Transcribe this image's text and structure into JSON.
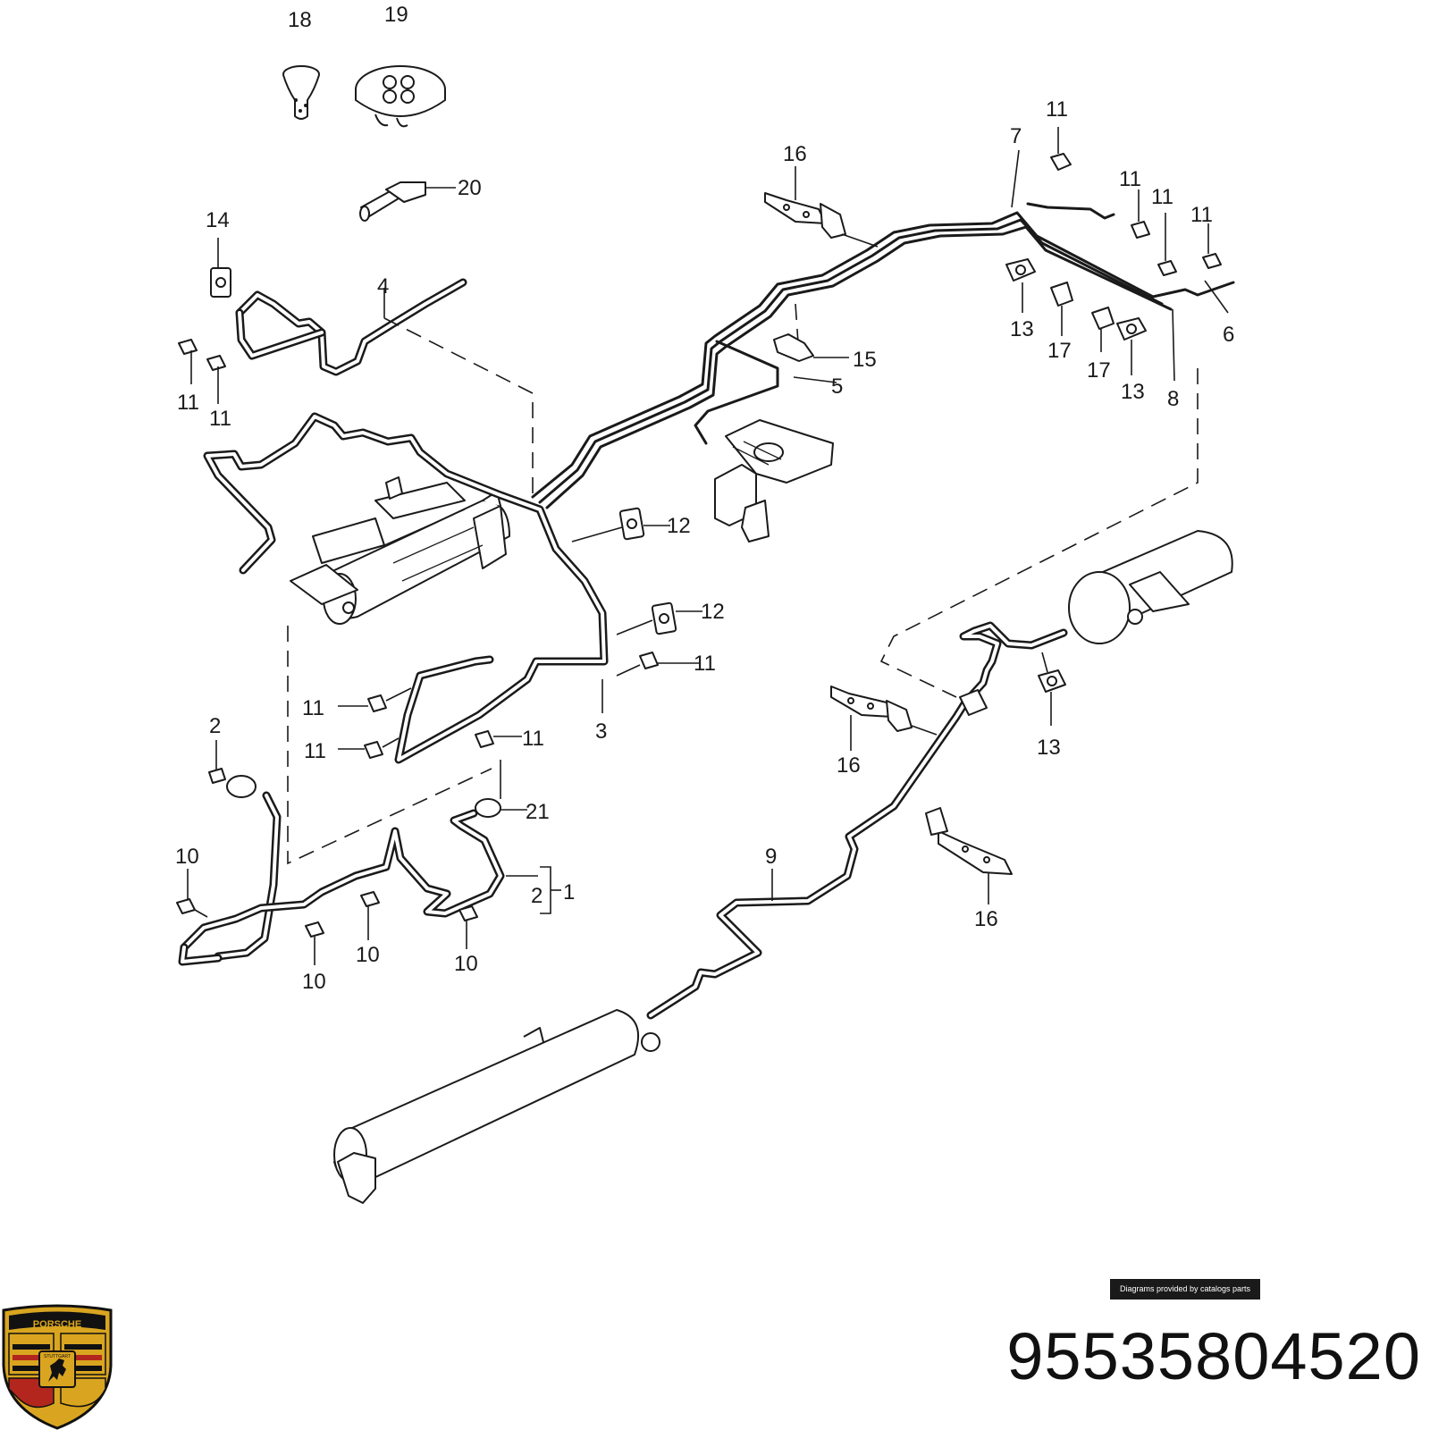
{
  "diagram": {
    "callouts": {
      "c1": "1",
      "c2": "2",
      "c2b": "2",
      "c3": "3",
      "c4": "4",
      "c5": "5",
      "c6": "6",
      "c7": "7",
      "c8": "8",
      "c9": "9",
      "c10a": "10",
      "c10b": "10",
      "c10c": "10",
      "c10d": "10",
      "c11a": "11",
      "c11b": "11",
      "c11c": "11",
      "c11d": "11",
      "c11e": "11",
      "c11f": "11",
      "c11g": "11",
      "c11h": "11",
      "c11i": "11",
      "c11j": "11",
      "c12a": "12",
      "c12b": "12",
      "c13a": "13",
      "c13b": "13",
      "c13c": "13",
      "c14": "14",
      "c15": "15",
      "c16a": "16",
      "c16b": "16",
      "c16c": "16",
      "c17a": "17",
      "c17b": "17",
      "c18": "18",
      "c19": "19",
      "c20": "20",
      "c21": "21"
    },
    "credit": "Diagrams provided by catalogs parts",
    "part_number": "95535804520",
    "brand_logo": {
      "name": "porsche-crest-logo",
      "lettering": "PORSCHE",
      "sub_lettering": "STUTTGART",
      "colors": {
        "gold": "#d9a520",
        "red": "#b3261e",
        "black": "#111111"
      }
    }
  }
}
